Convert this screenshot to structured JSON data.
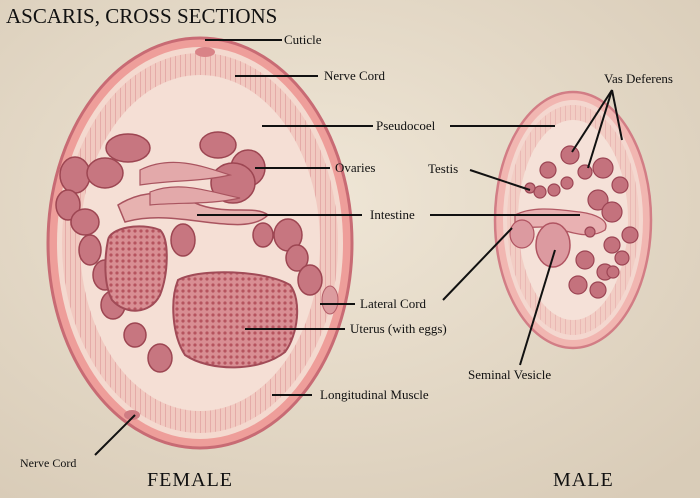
{
  "title": "ASCARIS, CROSS SECTIONS",
  "specimens": {
    "female": "FEMALE",
    "male": "MALE"
  },
  "labels": {
    "cuticle": "Cuticle",
    "nerve_cord_top": "Nerve Cord",
    "pseudocoel": "Pseudocoel",
    "ovaries": "Ovaries",
    "testis": "Testis",
    "vas_deferens": "Vas Deferens",
    "intestine": "Intestine",
    "lateral_cord": "Lateral Cord",
    "uterus": "Uterus (with eggs)",
    "seminal_vesicle": "Seminal Vesicle",
    "longitudinal_muscle": "Longitudinal Muscle",
    "nerve_cord_bottom": "Nerve Cord"
  },
  "colors": {
    "background": "#e7dccb",
    "tissue_outer": "#e9a3a0",
    "tissue_inner": "#f0c9bf",
    "organ": "#c96f79",
    "egg_mass": "#d5878e",
    "pointer_line": "#111111"
  }
}
